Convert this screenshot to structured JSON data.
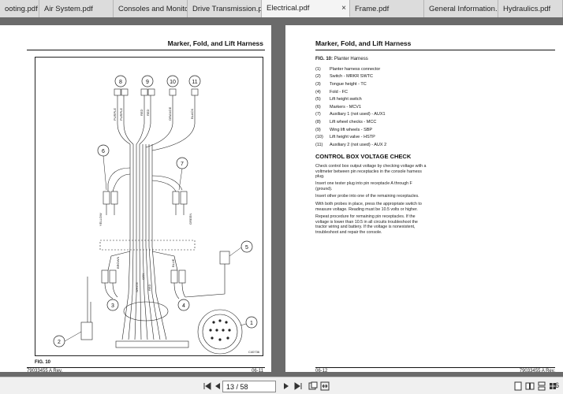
{
  "tabs": [
    {
      "label": "ooting.pdf"
    },
    {
      "label": "Air System.pdf"
    },
    {
      "label": "Consoles and Monitors..."
    },
    {
      "label": "Drive Transmission.pdf"
    },
    {
      "label": "Electrical.pdf",
      "active": true,
      "close": "×"
    },
    {
      "label": "Frame.pdf"
    },
    {
      "label": "General Information.pdf"
    },
    {
      "label": "Hydraulics.pdf"
    }
  ],
  "left_page": {
    "title": "Marker, Fold, and Lift Harness",
    "fig_label": "FIG. 10",
    "footer_left": "79033455 A Rev.",
    "footer_right": "06-11",
    "diagram": {
      "callouts": [
        "1",
        "2",
        "3",
        "4",
        "5",
        "6",
        "7",
        "8",
        "9",
        "10",
        "11"
      ],
      "wire_labels": [
        "PURPLE",
        "PURPLE",
        "RED",
        "RED",
        "ORANGE",
        "BLACK",
        "YELLOW",
        "GREEN",
        "BROWN",
        "BLUE",
        "WHITE",
        "GRY",
        "RED"
      ],
      "code": "C40736"
    }
  },
  "right_page": {
    "title": "Marker, Fold, and Lift Harness",
    "fig_prefix": "FIG. 10:",
    "fig_caption": "Planter Harness",
    "legend": [
      {
        "num": "(1)",
        "text": "Planter harness connector"
      },
      {
        "num": "(2)",
        "text": "Switch - MRKR SWTC"
      },
      {
        "num": "(3)",
        "text": "Tongue height - TC"
      },
      {
        "num": "(4)",
        "text": "Fold - FC"
      },
      {
        "num": "(5)",
        "text": "Lift height switch"
      },
      {
        "num": "(6)",
        "text": "Markers - MCV1"
      },
      {
        "num": "(7)",
        "text": "Auxiliary 1 (not used) - AUX1"
      },
      {
        "num": "(8)",
        "text": "Lift wheel checks - MCC"
      },
      {
        "num": "(9)",
        "text": "Wing lift wheels - SBP"
      },
      {
        "num": "(10)",
        "text": "Lift height valve - HSTP"
      },
      {
        "num": "(11)",
        "text": "Auxiliary 2 (not used) - AUX 2"
      }
    ],
    "section_heading": "CONTROL BOX VOLTAGE CHECK",
    "paragraphs": [
      "Check control box output voltage by checking voltage with a voltmeter between pin receptacles in the console harness plug.",
      "Insert one tester plug into pin receptacle A through F (ground).",
      "Insert other probe into one of the remaining receptacles.",
      "With both probes in place, press the appropriate switch to measure voltage. Reading must be 10.5 volts or higher.",
      "Repeat procedure for remaining pin receptacles. If the voltage is lower than 10.5 in all circuits troubleshoot the tractor wiring and battery. If the voltage is nonexistent, troubleshoot and repair the console."
    ],
    "footer_left": "06-12",
    "footer_right": "79033455 A Rev."
  },
  "toolbar": {
    "page_display": "13 / 58",
    "zoom": "6"
  }
}
